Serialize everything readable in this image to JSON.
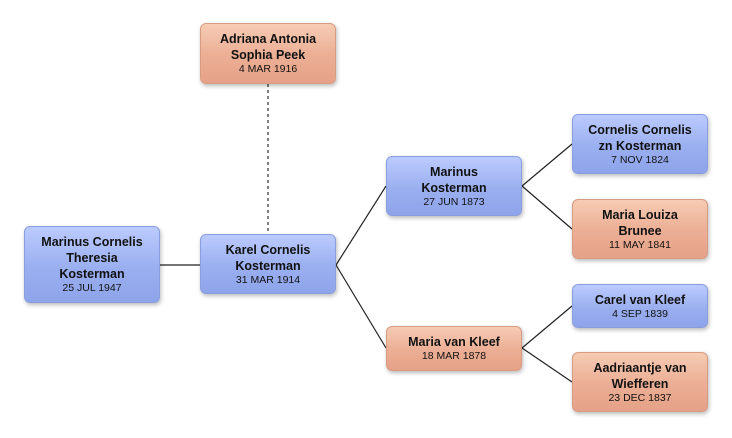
{
  "people": {
    "root": {
      "name_lines": [
        "Marinus Cornelis",
        "Theresia",
        "Kosterman"
      ],
      "date": "25 JUL 1947"
    },
    "father": {
      "name_lines": [
        "Karel Cornelis",
        "Kosterman"
      ],
      "date": "31 MAR 1914"
    },
    "mother": {
      "name_lines": [
        "Adriana Antonia",
        "Sophia Peek"
      ],
      "date": "4 MAR 1916"
    },
    "pgf": {
      "name_lines": [
        "Marinus",
        "Kosterman"
      ],
      "date": "27 JUN 1873"
    },
    "pgm": {
      "name_lines": [
        "Maria van Kleef"
      ],
      "date": "18 MAR 1878"
    },
    "pgf_f": {
      "name_lines": [
        "Cornelis Cornelis",
        "zn Kosterman"
      ],
      "date": "7 NOV 1824"
    },
    "pgf_m": {
      "name_lines": [
        "Maria Louiza",
        "Brunee"
      ],
      "date": "11 MAY 1841"
    },
    "pgm_f": {
      "name_lines": [
        "Carel van Kleef"
      ],
      "date": "4 SEP 1839"
    },
    "pgm_m": {
      "name_lines": [
        "Aadriaantje van",
        "Wiefferen"
      ],
      "date": "23 DEC 1837"
    }
  },
  "colors": {
    "male": "#9aafef",
    "female": "#ebae94",
    "connector": "#222222"
  }
}
